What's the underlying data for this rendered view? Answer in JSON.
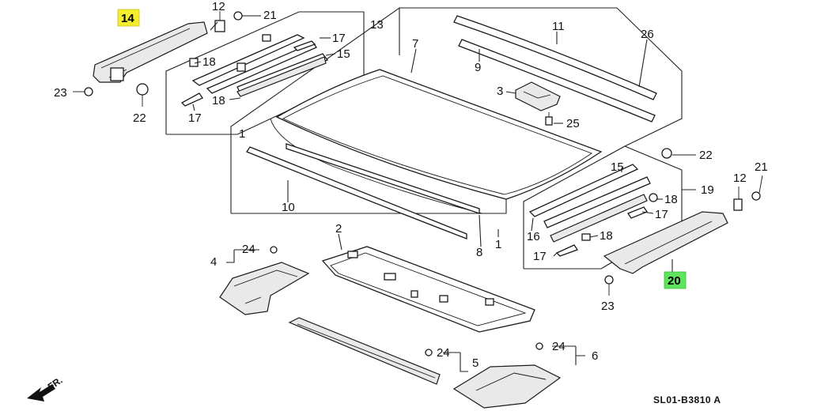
{
  "diagram": {
    "code": "SL01-B3810 A",
    "direction_label": "FR.",
    "highlight_colors": {
      "yellow": "#f5ee2a",
      "green": "#5fe35f"
    },
    "callouts": [
      {
        "id": "c14",
        "text": "14",
        "highlight": "yellow"
      },
      {
        "id": "c12a",
        "text": "12"
      },
      {
        "id": "c21a",
        "text": "21"
      },
      {
        "id": "c13",
        "text": "13"
      },
      {
        "id": "c18a",
        "text": "18"
      },
      {
        "id": "c17a",
        "text": "17"
      },
      {
        "id": "c15a",
        "text": "15"
      },
      {
        "id": "c18b",
        "text": "18"
      },
      {
        "id": "c17b",
        "text": "17"
      },
      {
        "id": "c23a",
        "text": "23"
      },
      {
        "id": "c22a",
        "text": "22"
      },
      {
        "id": "c7",
        "text": "7"
      },
      {
        "id": "c11",
        "text": "11"
      },
      {
        "id": "c26",
        "text": "26"
      },
      {
        "id": "c9",
        "text": "9"
      },
      {
        "id": "c3",
        "text": "3"
      },
      {
        "id": "c25",
        "text": "25"
      },
      {
        "id": "c1a",
        "text": "1"
      },
      {
        "id": "c10",
        "text": "10"
      },
      {
        "id": "c8",
        "text": "8"
      },
      {
        "id": "c1b",
        "text": "1"
      },
      {
        "id": "c22b",
        "text": "22"
      },
      {
        "id": "c15b",
        "text": "15"
      },
      {
        "id": "c19",
        "text": "19"
      },
      {
        "id": "c18c",
        "text": "18"
      },
      {
        "id": "c17c",
        "text": "17"
      },
      {
        "id": "c16",
        "text": "16"
      },
      {
        "id": "c18d",
        "text": "18"
      },
      {
        "id": "c17d",
        "text": "17"
      },
      {
        "id": "c12b",
        "text": "12"
      },
      {
        "id": "c21b",
        "text": "21"
      },
      {
        "id": "c20",
        "text": "20",
        "highlight": "green"
      },
      {
        "id": "c23b",
        "text": "23"
      },
      {
        "id": "c24a",
        "text": "24"
      },
      {
        "id": "c4",
        "text": "4"
      },
      {
        "id": "c2",
        "text": "2"
      },
      {
        "id": "c24b",
        "text": "24"
      },
      {
        "id": "c5",
        "text": "5"
      },
      {
        "id": "c24c",
        "text": "24"
      },
      {
        "id": "c6",
        "text": "6"
      }
    ]
  }
}
